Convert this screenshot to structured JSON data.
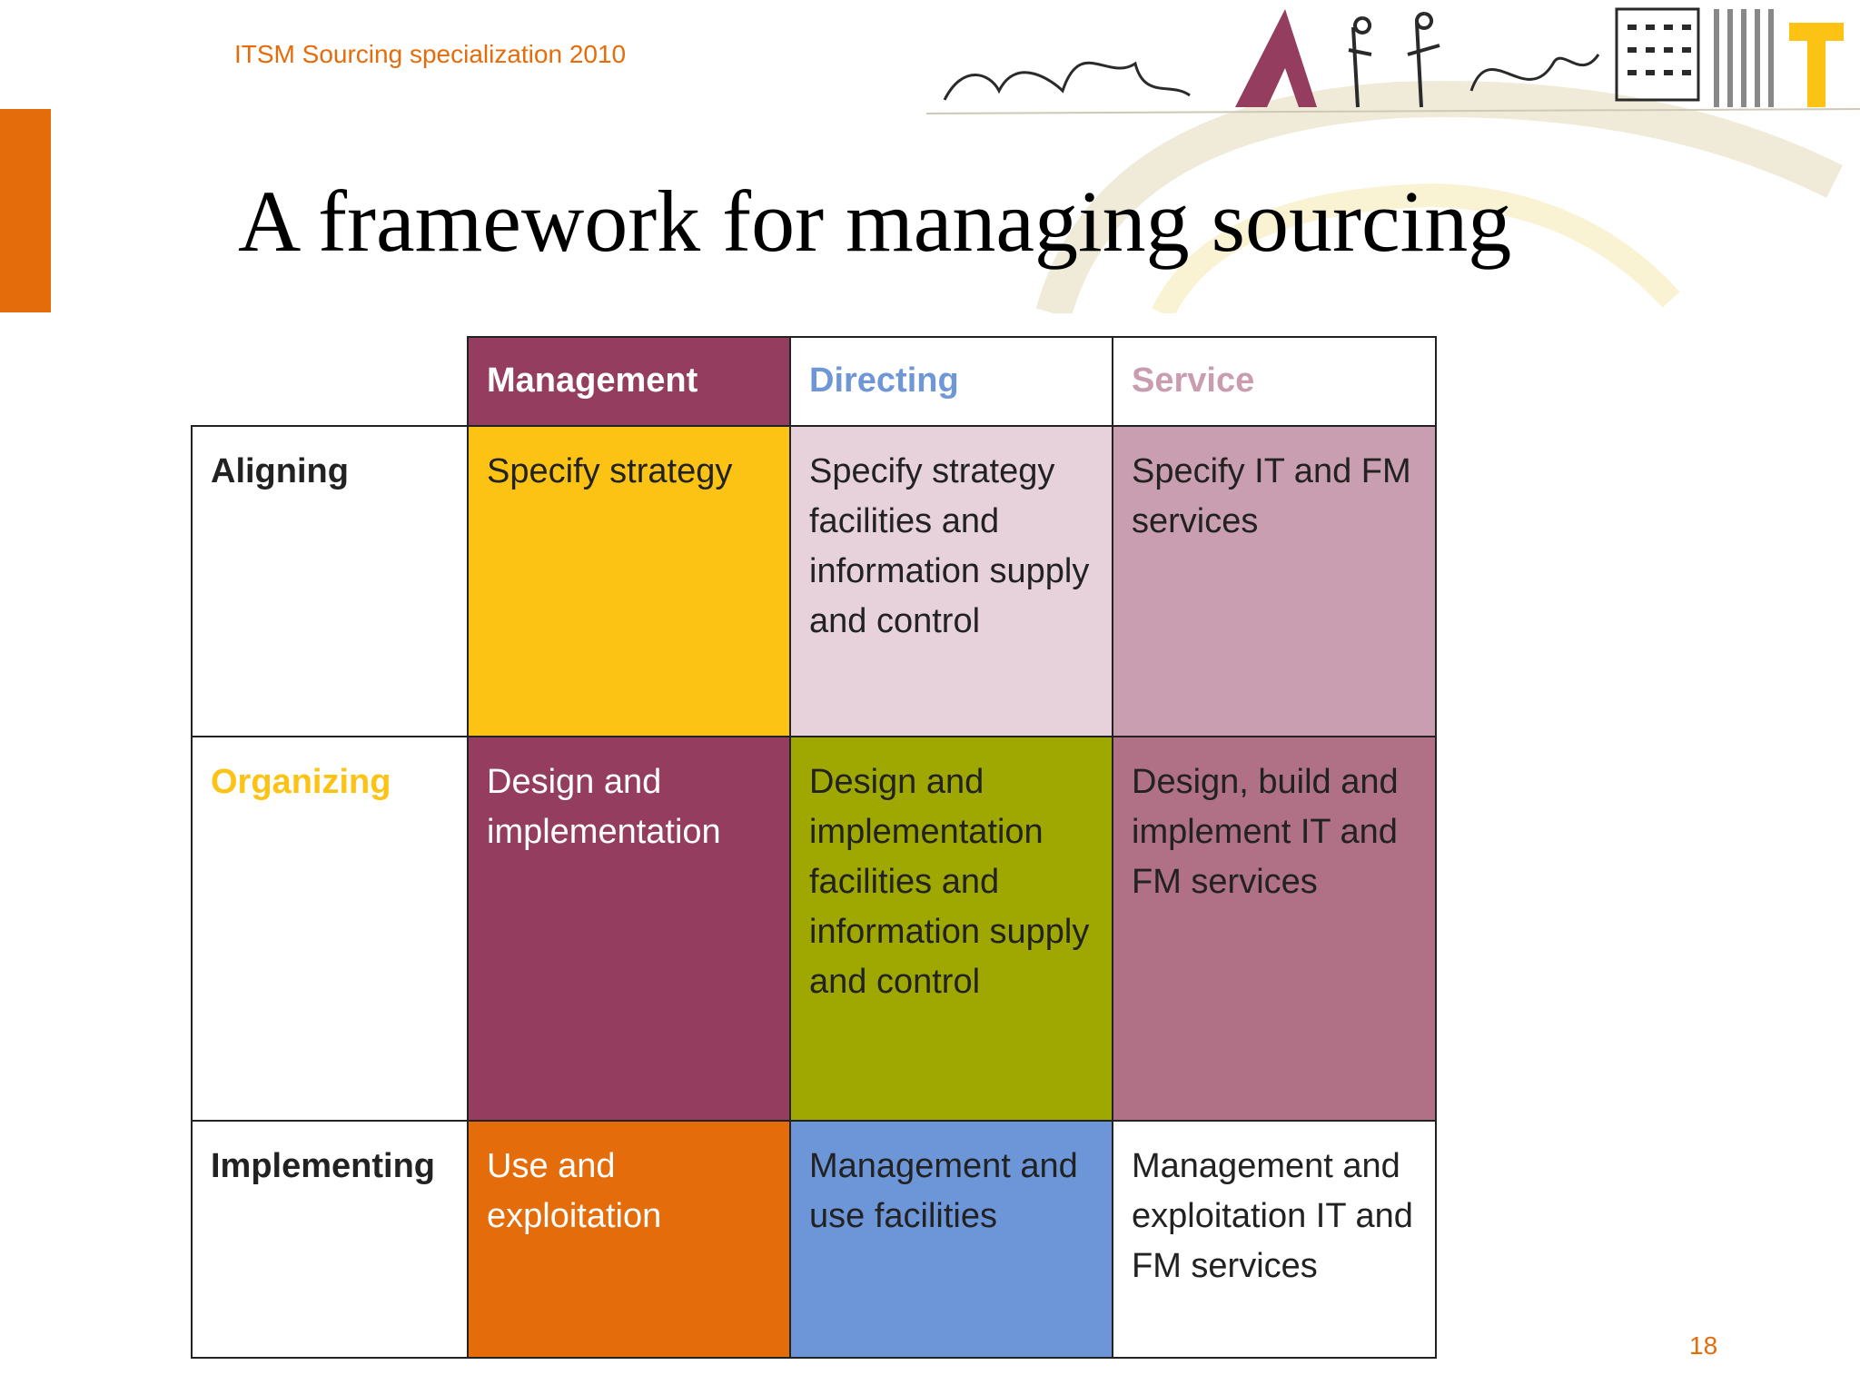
{
  "header": {
    "note": "ITSM Sourcing specialization 2010"
  },
  "slide": {
    "title": "A framework for managing sourcing",
    "page_number": "18"
  },
  "matrix": {
    "columns": [
      {
        "label": "Management",
        "bg": "#943d5e",
        "color": "#ffffff"
      },
      {
        "label": "Directing",
        "bg": "#ffffff",
        "color": "#6f96d6"
      },
      {
        "label": "Service",
        "bg": "#ffffff",
        "color": "#c99cb0"
      }
    ],
    "rows": [
      {
        "label": "Aligning",
        "label_color": "#222222",
        "cells": [
          {
            "text": "Specify strategy",
            "bg": "#fcc314",
            "color": "#222222"
          },
          {
            "text": "Specify strategy facilities and information supply and control",
            "bg": "#e7d2dc",
            "color": "#222222"
          },
          {
            "text": "Specify IT and FM services",
            "bg": "#ca9eb1",
            "color": "#222222"
          }
        ]
      },
      {
        "label": "Organizing",
        "label_color": "#fcc314",
        "cells": [
          {
            "text": "Design and implementation",
            "bg": "#943d5e",
            "color": "#ffffff"
          },
          {
            "text": "Design and implementation facilities and information supply and control",
            "bg": "#9ea800",
            "color": "#222222"
          },
          {
            "text": "Design, build and implement IT and FM services",
            "bg": "#b07085",
            "color": "#222222"
          }
        ]
      },
      {
        "label": "Implementing",
        "label_color": "#222222",
        "cells": [
          {
            "text": "Use and exploitation",
            "bg": "#e46c0a",
            "color": "#ffffff"
          },
          {
            "text": "Management and use facilities",
            "bg": "#6c96d8",
            "color": "#222222"
          },
          {
            "text": "Management and exploitation IT and FM services",
            "bg": "#ffffff",
            "color": "#222222"
          }
        ]
      }
    ]
  },
  "colors": {
    "accent_orange": "#e46c0a",
    "title_text": "#000000"
  }
}
